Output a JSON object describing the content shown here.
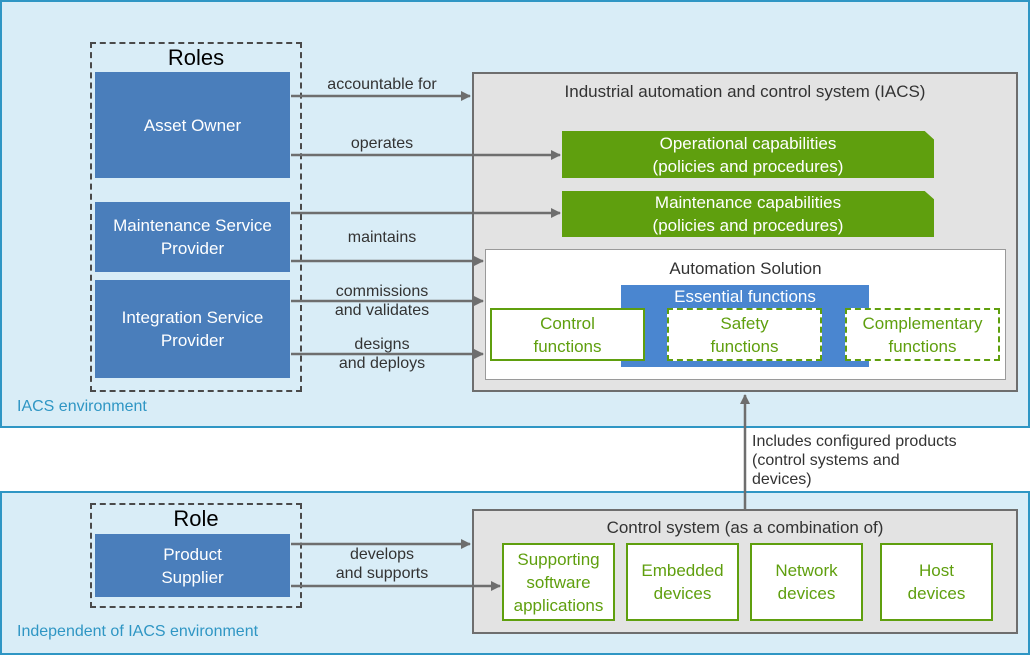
{
  "iacs_environment": {
    "label": "IACS environment",
    "roles_title": "Roles",
    "roles": [
      {
        "label": "Asset Owner"
      },
      {
        "label": "Maintenance Service\nProvider"
      },
      {
        "label": "Integration Service\nProvider"
      }
    ],
    "iacs": {
      "title": "Industrial automation and control system (IACS)",
      "operational": "Operational capabilities\n(policies and procedures)",
      "maintenance": "Maintenance capabilities\n(policies and procedures)",
      "automation_solution": {
        "title": "Automation Solution",
        "essential_title": "Essential functions",
        "functions": [
          {
            "label": "Control\nfunctions"
          },
          {
            "label": "Safety\nfunctions"
          },
          {
            "label": "Complementary\nfunctions"
          }
        ]
      }
    },
    "relations": {
      "accountable": "accountable for",
      "operates": "operates",
      "maintains": "maintains",
      "commissions": "commissions\nand validates",
      "designs": "designs\nand deploys"
    }
  },
  "includes_label": "Includes configured products\n(control systems and\ndevices)",
  "independent_environment": {
    "label": "Independent of IACS environment",
    "role_title": "Role",
    "role": {
      "label": "Product\nSupplier"
    },
    "relation": "develops\nand supports",
    "control_system": {
      "title": "Control system (as a combination of)",
      "components": [
        {
          "label": "Supporting\nsoftware\napplications"
        },
        {
          "label": "Embedded\ndevices"
        },
        {
          "label": "Network\ndevices"
        },
        {
          "label": "Host\ndevices"
        }
      ]
    }
  },
  "colors": {
    "environment_fill": "#d9edf7",
    "environment_border": "#2f96c4",
    "role_fill": "#4a7ebb",
    "capability_fill": "#5f9f0e",
    "essential_fill": "#4a86d0",
    "system_fill": "#e3e3e3"
  }
}
